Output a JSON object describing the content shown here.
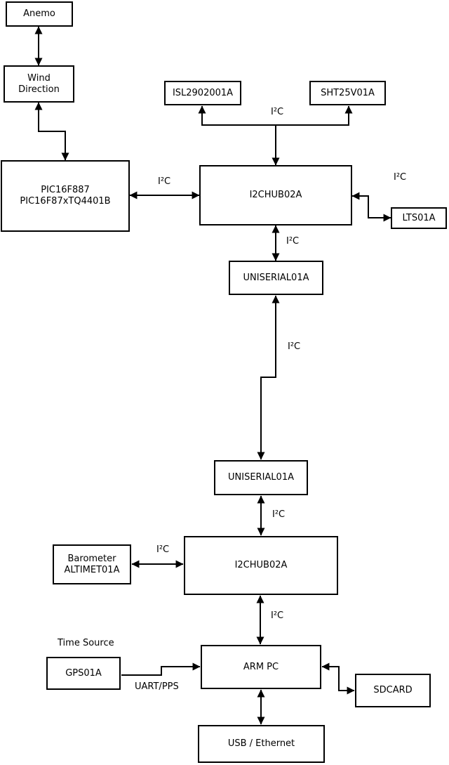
{
  "diagram_type": "hardware-block-diagram",
  "colors": {
    "background": "#ffffff",
    "box_fill": "#ffffff",
    "line": "#000000",
    "text": "#000000"
  },
  "connection_labels": {
    "i2c": "I²C",
    "uart_pps": "UART/PPS",
    "time_source": "Time Source"
  },
  "nodes": {
    "anemo": {
      "label": "Anemo"
    },
    "wind_direction": {
      "line1": "Wind",
      "line2": "Direction"
    },
    "pic": {
      "line1": "PIC16F887",
      "line2": "PIC16F87xTQ4401B"
    },
    "isl": {
      "label": "ISL2902001A"
    },
    "sht": {
      "label": "SHT25V01A"
    },
    "i2c_hub_1": {
      "label": "I2CHUB02A"
    },
    "lts": {
      "label": "LTS01A"
    },
    "uniserial_1": {
      "label": "UNISERIAL01A"
    },
    "uniserial_2": {
      "label": "UNISERIAL01A"
    },
    "i2c_hub_2": {
      "label": "I2CHUB02A"
    },
    "barometer": {
      "line1": "Barometer",
      "line2": "ALTIMET01A"
    },
    "gps": {
      "label": "GPS01A"
    },
    "arm_pc": {
      "label": "ARM PC"
    },
    "sdcard": {
      "label": "SDCARD"
    },
    "usb_ethernet": {
      "label": "USB / Ethernet"
    }
  }
}
